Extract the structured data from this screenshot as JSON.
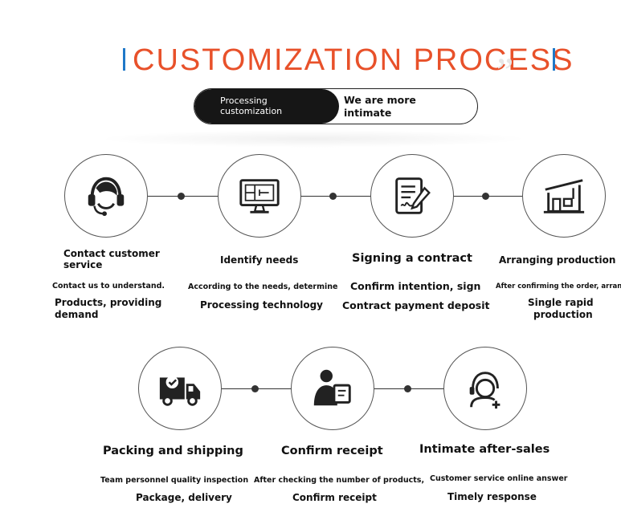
{
  "title": "CUSTOMIZATION PROCESS",
  "pill": {
    "left_line1": "Processing",
    "left_line2": "customization",
    "right_line1": "We are more",
    "right_line2": "intimate"
  },
  "steps": [
    {
      "icon": "headset-icon",
      "heading_1": "Contact customer",
      "heading_2": "service",
      "line1": "Contact us to understand.",
      "line2": "Products, providing",
      "line3": "demand"
    },
    {
      "icon": "monitor-blueprint-icon",
      "heading": "Identify needs",
      "line1": "According to the needs, determine",
      "line2": "Processing technology"
    },
    {
      "icon": "contract-signing-icon",
      "heading": "Signing a contract",
      "line1": "Confirm intention, sign",
      "line2": "Contract payment deposit"
    },
    {
      "icon": "factory-house-icon",
      "heading": "Arranging production",
      "line1": "After confirming the order, arrange",
      "line2": "Single rapid",
      "line3": "production"
    },
    {
      "icon": "delivery-truck-icon",
      "heading": "Packing and shipping",
      "line1": "Team personnel quality inspection",
      "line2": "Package, delivery"
    },
    {
      "icon": "person-receipt-icon",
      "heading": "Confirm receipt",
      "line1": "After checking the number of products,",
      "line2": "Confirm receipt"
    },
    {
      "icon": "support-agent-icon",
      "heading": "Intimate after-sales",
      "line1": "Customer service online answer",
      "line2": "Timely response"
    }
  ]
}
